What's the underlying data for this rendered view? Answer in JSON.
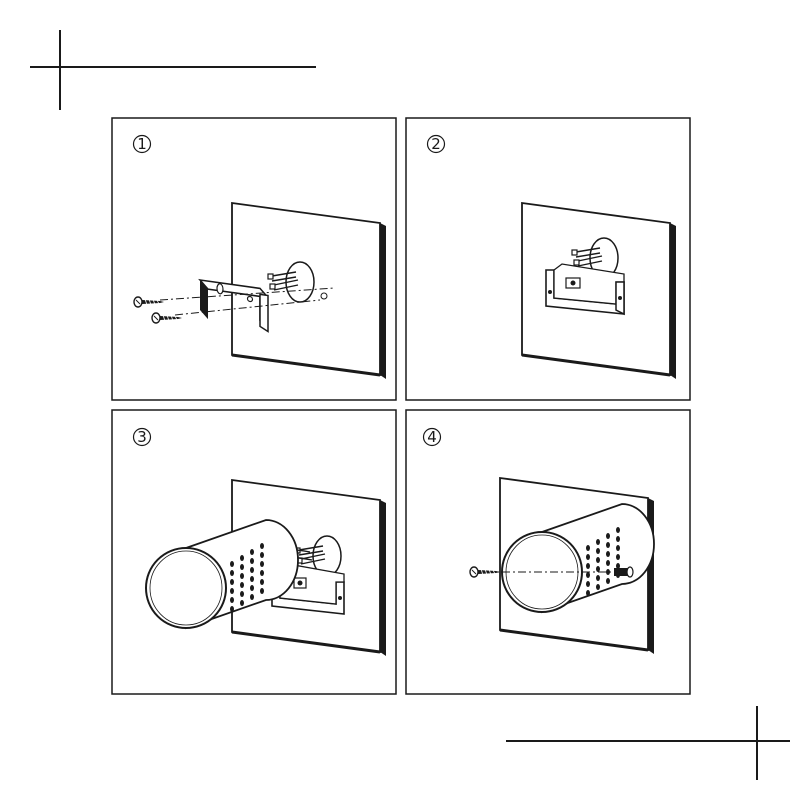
{
  "steps": [
    {
      "number": "1"
    },
    {
      "number": "2"
    },
    {
      "number": "3"
    },
    {
      "number": "4"
    }
  ],
  "colors": {
    "line": "#1a1a1a",
    "background": "#ffffff"
  },
  "icons": [
    "wall-plate-icon",
    "mounting-bracket-icon",
    "screw-icon",
    "wall-plug-icon",
    "wire-icon",
    "cylinder-lamp-icon",
    "connector-block-icon"
  ]
}
